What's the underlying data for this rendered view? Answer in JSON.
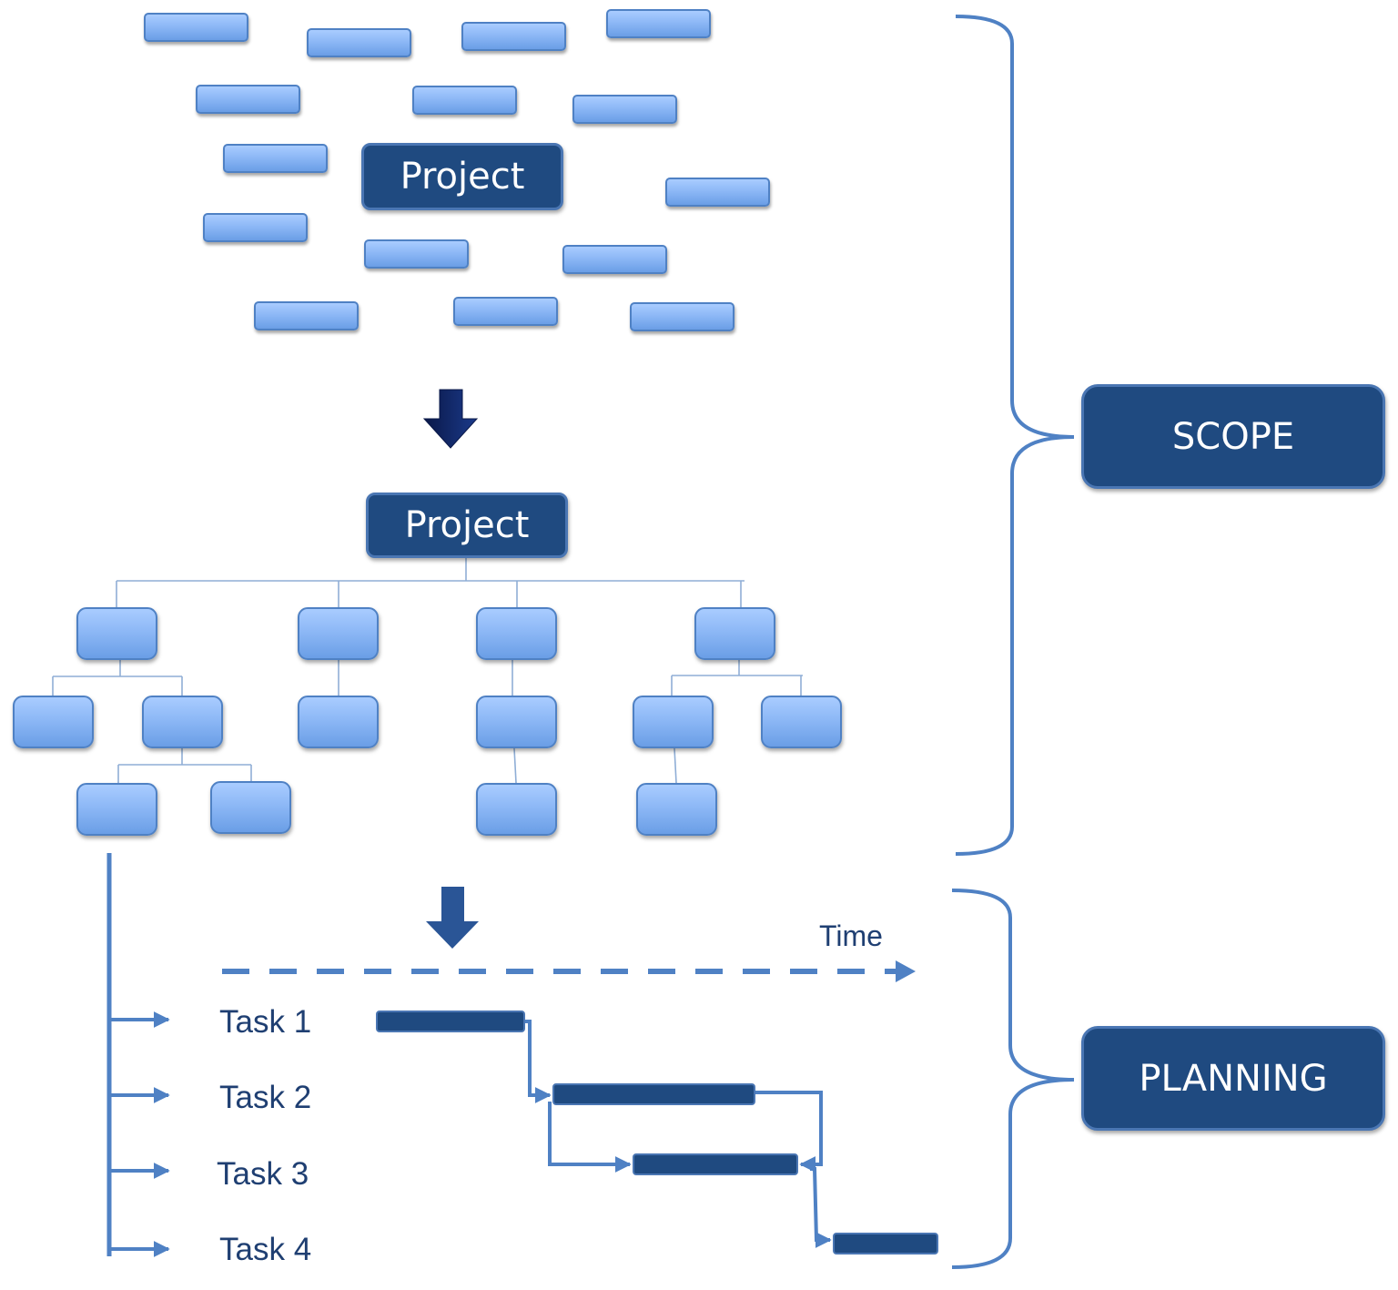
{
  "boxes": {
    "project_top": "Project",
    "project_tree": "Project"
  },
  "sections": {
    "scope": "SCOPE",
    "planning": "PLANNING"
  },
  "timeline": {
    "label": "Time"
  },
  "tasks": [
    "Task 1",
    "Task 2",
    "Task 3",
    "Task 4"
  ],
  "colors": {
    "dark_box": "#1f4a80",
    "light_box": "#8db8f6",
    "line": "#4f81c4",
    "bar": "#1f4a80",
    "arrow_dark": "#0d1f5c"
  }
}
